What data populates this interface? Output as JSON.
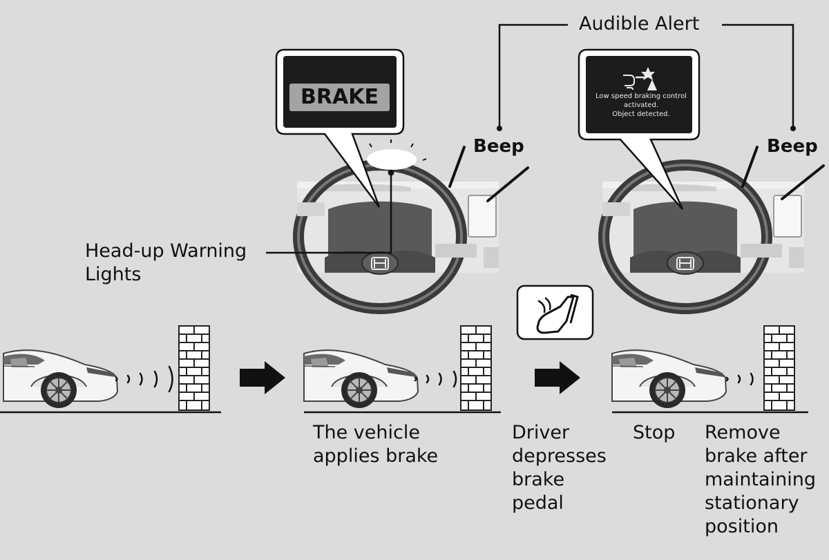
{
  "labels": {
    "audible_alert": "Audible Alert",
    "beep_left": "Beep",
    "beep_right": "Beep",
    "head_up": "Head-up Warning\nLights",
    "brake_indicator": "BRAKE",
    "display_message": "Low speed braking control\nactivated.\nObject detected."
  },
  "steps": [
    {
      "id": "vehicle-applies-brake",
      "text": "The vehicle\napplies brake"
    },
    {
      "id": "driver-depresses",
      "text": "Driver\ndepresses\nbrake\npedal"
    },
    {
      "id": "stop",
      "text": "Stop"
    },
    {
      "id": "remove-brake",
      "text": "Remove\nbrake after\nmaintaining\nstationary\nposition"
    }
  ],
  "icons": [
    "brake-indicator-icon",
    "collision-warning-icon",
    "foot-pedal-icon",
    "flow-arrow-icon",
    "wall-icon",
    "sensor-wave-icon",
    "car-icon",
    "steering-wheel-icon",
    "honda-logo-icon"
  ],
  "colors": {
    "background": "#dcdcdc",
    "display": "#1c1c1c",
    "ink": "#111111"
  }
}
